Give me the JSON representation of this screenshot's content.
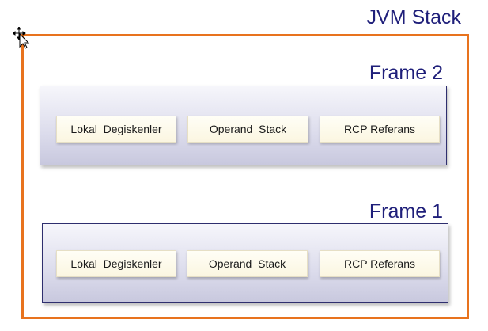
{
  "stack": {
    "title": "JVM Stack",
    "border_color": "#e8731e"
  },
  "frames": [
    {
      "title": "Frame 2",
      "cells": [
        "Lokal  Degiskenler",
        "Operand  Stack",
        "RCP Referans"
      ]
    },
    {
      "title": "Frame 1",
      "cells": [
        "Lokal  Degiskenler",
        "Operand  Stack",
        "RCP Referans"
      ]
    }
  ],
  "colors": {
    "title_text": "#1f1f7a",
    "frame_border": "#2e2e6e",
    "cell_fill": "#fbf6e1"
  },
  "cursor_icon": "move-cursor-icon"
}
